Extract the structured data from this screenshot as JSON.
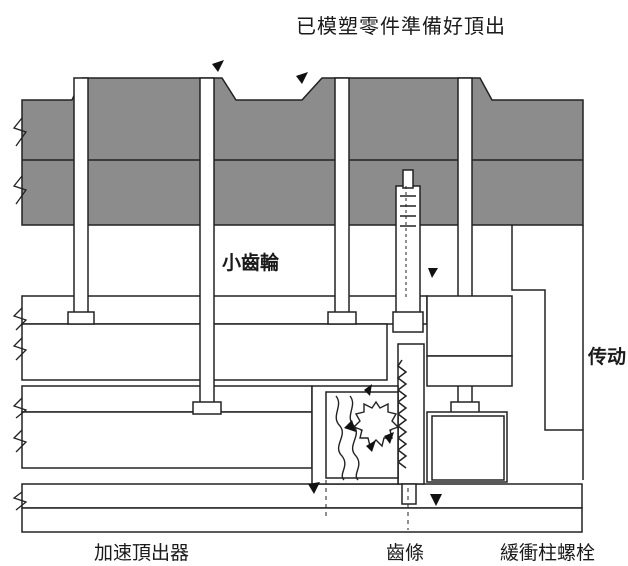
{
  "labels": {
    "title": "已模塑零件準備好頂出",
    "gear": "小齒輪",
    "side": "传动",
    "accelerated_ejector": "加速頂出器",
    "rack": "齒條",
    "buffer_bolt": "緩衝柱螺栓"
  },
  "colors": {
    "plate_dark": "#8c8c8c",
    "line": "#222222",
    "background": "#ffffff"
  }
}
